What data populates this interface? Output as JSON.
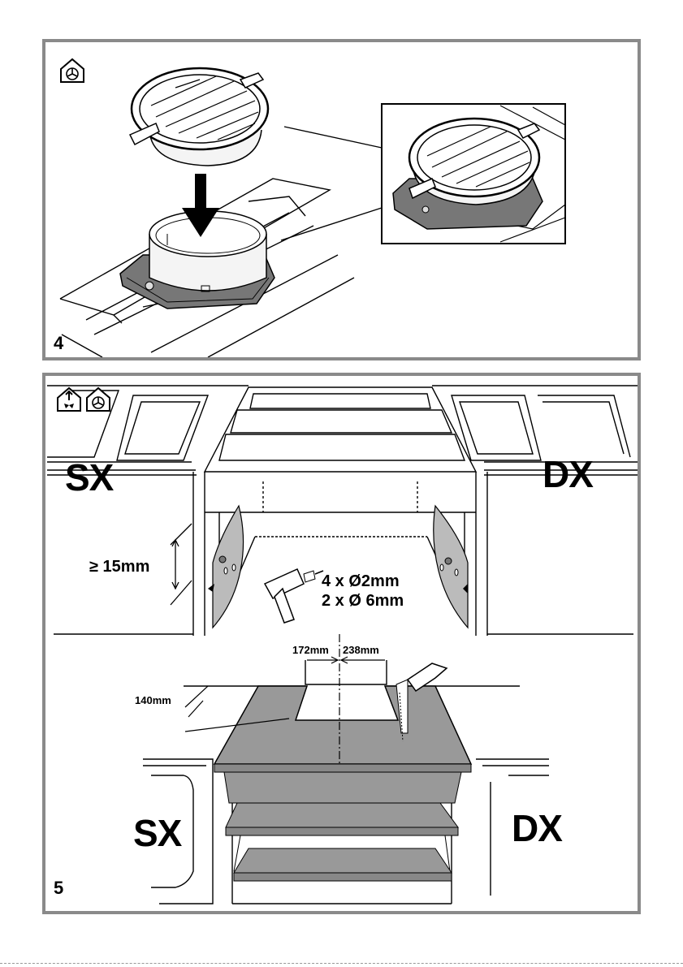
{
  "panel4": {
    "step_number": "4",
    "icons": [
      "house-recirculation-fan-icon"
    ]
  },
  "panel5": {
    "step_number": "5",
    "icons": [
      "house-extraction-fan-icon",
      "house-recirculation-fan-icon"
    ],
    "labels": {
      "sx_top": "SX",
      "dx_top": "DX",
      "sx_bottom": "SX",
      "dx_bottom": "DX",
      "clearance": "≥ 15mm",
      "holes_small": "4 x Ø2mm",
      "holes_large": "2 x Ø 6mm",
      "dim_left": "172mm",
      "dim_right": "238mm",
      "dim_depth": "140mm"
    }
  }
}
